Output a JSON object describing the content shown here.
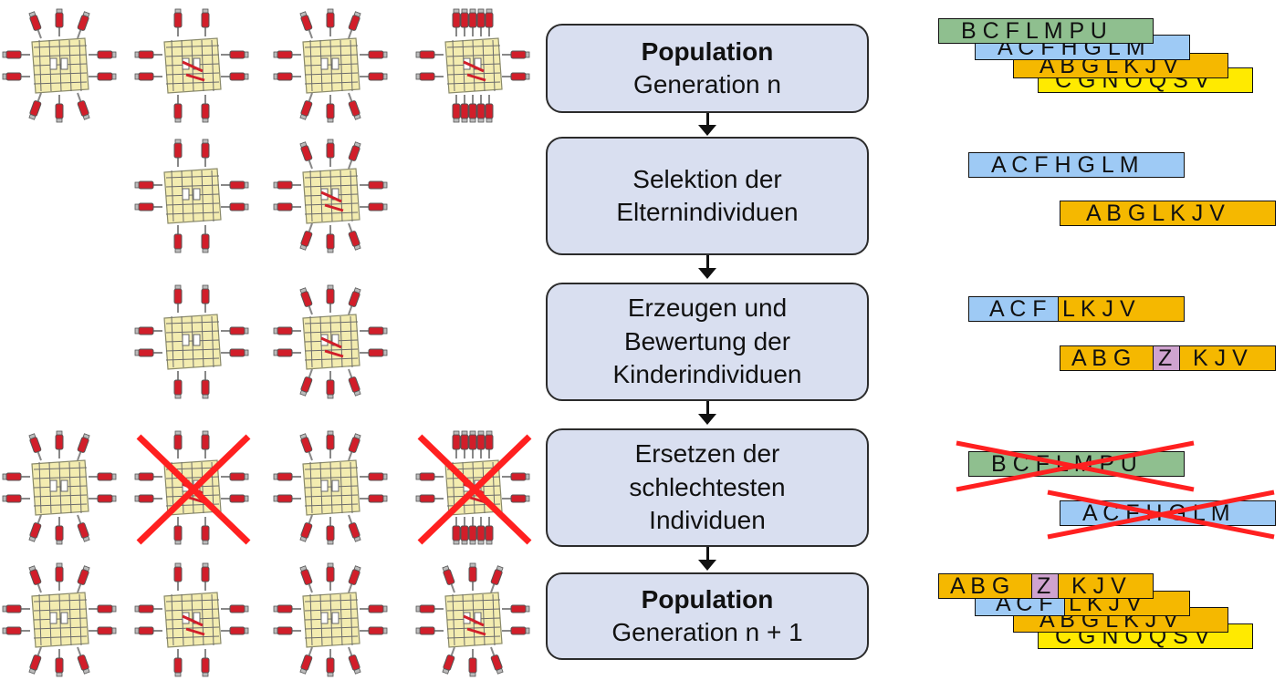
{
  "steps": [
    {
      "title": "Population",
      "lines": [
        "Generation  n"
      ]
    },
    {
      "title": "",
      "lines": [
        "Selektion  der",
        "Elternindividuen"
      ]
    },
    {
      "title": "",
      "lines": [
        "Erzeugen  und",
        "Bewertung  der",
        "Kinderindividuen"
      ]
    },
    {
      "title": "",
      "lines": [
        "Ersetzen  der",
        "schlechtesten",
        "Individuen"
      ]
    },
    {
      "title": "Population",
      "lines": [
        "Generation  n  +  1"
      ]
    }
  ],
  "chromosomes": {
    "green": "B C F L M P U",
    "blue": "A C F H G L M",
    "orange": "A B G L K J V",
    "yellow": "C G N O Q S V",
    "child1_blue": "A C F",
    "child1_orange": "L K J V",
    "child2_left": "A B G",
    "child2_mut": "Z",
    "child2_right": "K J V"
  },
  "colors": {
    "box_fill": "#d9dff0",
    "green": "#8fbf8f",
    "blue": "#9ecaf5",
    "orange": "#f5b800",
    "yellow": "#ffea00",
    "mutation": "#cfa3cf",
    "cross": "#ff2020",
    "component_body": "#f3ecb0",
    "component_pin": "#d11e2a"
  }
}
